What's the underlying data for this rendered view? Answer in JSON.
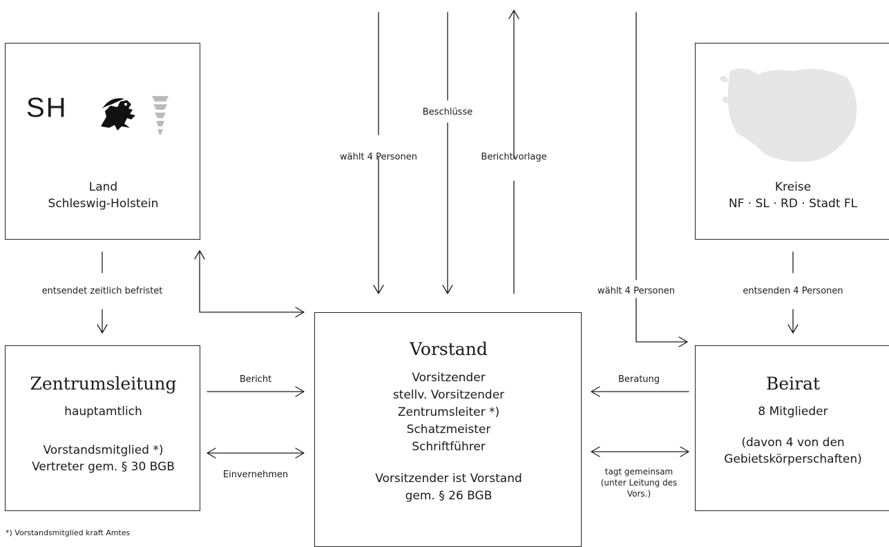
{
  "land": {
    "logo_text": "SH",
    "line1": "Land",
    "line2": "Schleswig-Holstein"
  },
  "kreise": {
    "line1": "Kreise",
    "line2": "NF · SL · RD · Stadt FL"
  },
  "vorstand": {
    "title": "Vorstand",
    "members": [
      "Vorsitzender",
      "stellv. Vorsitzender",
      "Zentrumsleiter *)",
      "Schatzmeister",
      "Schriftführer"
    ],
    "note_line1": "Vorsitzender ist Vorstand",
    "note_line2": "gem. § 26 BGB"
  },
  "zentrum": {
    "title": "Zentrumsleitung",
    "sub": "hauptamtlich",
    "line1": "Vorstandsmitglied *)",
    "line2": "Vertreter gem. § 30 BGB"
  },
  "beirat": {
    "title": "Beirat",
    "sub": "8 Mitglieder",
    "line1": "(davon 4 von den",
    "line2": "Gebietskörperschaften)"
  },
  "labels": {
    "beschluesse": "Beschlüsse",
    "waehlt_left": "wählt 4 Personen",
    "berichtvorlage": "Berichtvorlage",
    "entsendet": "entsendet zeitlich befristet",
    "waehlt_right": "wählt 4 Personen",
    "entsenden": "entsenden 4 Personen",
    "bericht": "Bericht",
    "einvernehmen": "Einvernehmen",
    "beratung": "Beratung",
    "tagt1": "tagt gemeinsam",
    "tagt2": "(unter Leitung des",
    "tagt3": "Vors.)"
  },
  "footnote": "*) Vorstandsmitglied kraft Amtes"
}
